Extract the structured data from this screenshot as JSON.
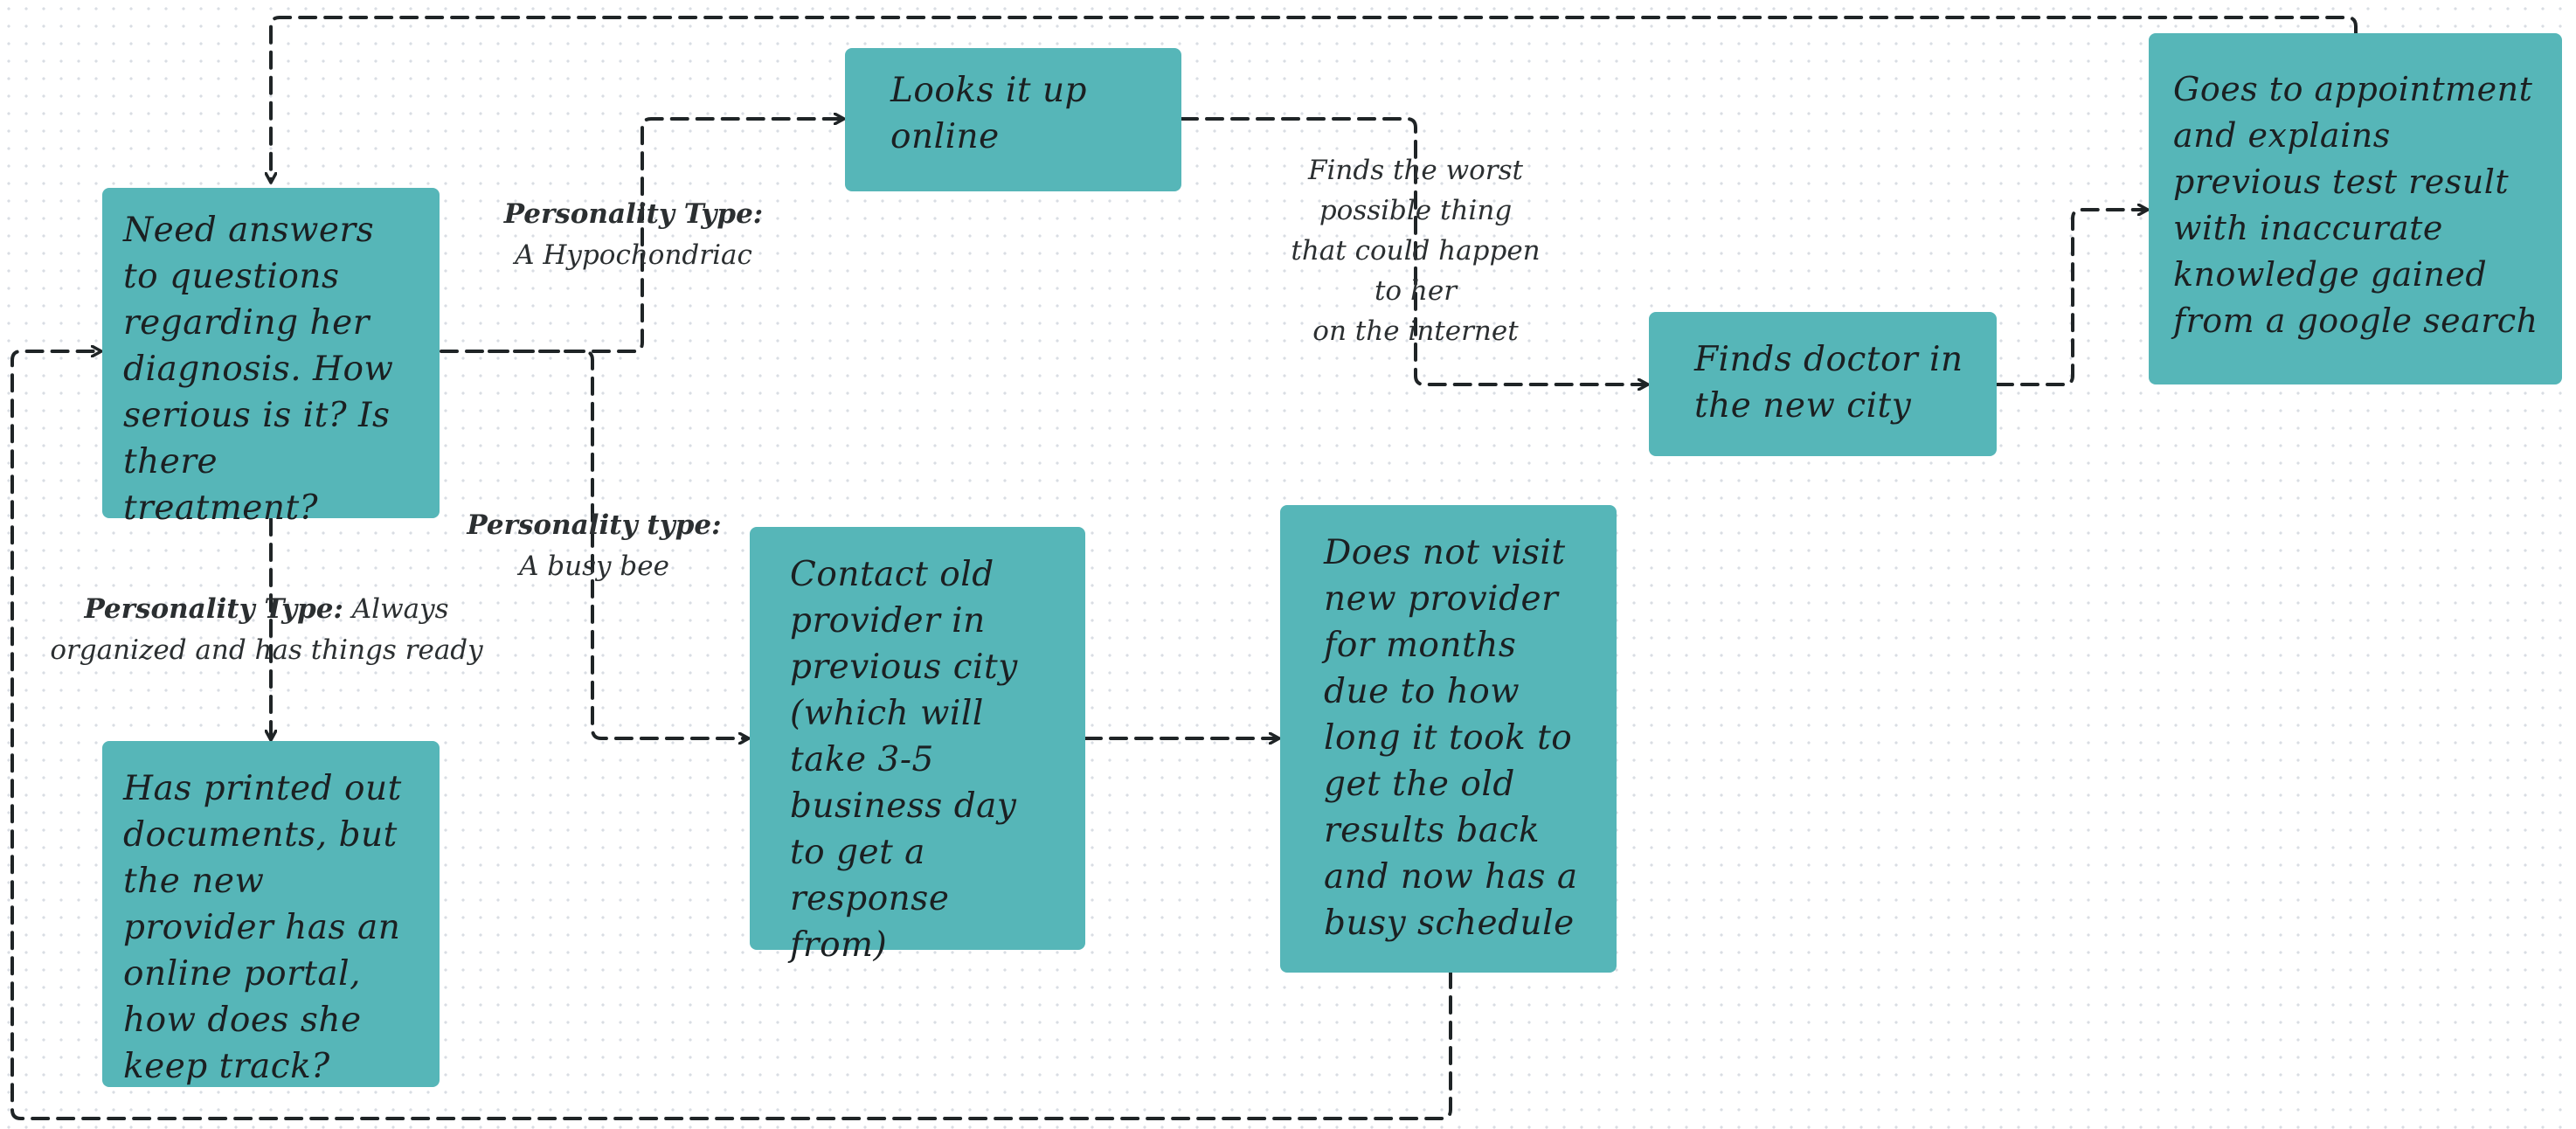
{
  "nodes": {
    "need_answers": "Need answers to questions regarding her diagnosis. How serious is it? Is there treatment?",
    "looks_online": "Looks it up online",
    "printed_docs": "Has printed out documents, but the new provider has an online portal, how does she keep track?",
    "contact_old": "Contact old provider in previous city (which will take 3-5 business day to get a response from)",
    "not_visit": "Does not visit new provider for months due to how long it took to get the old results back and now has a busy schedule",
    "finds_doctor": "Finds doctor in the new city",
    "appointment": "Goes to appointment and explains previous test result with inaccurate knowledge gained from a google search"
  },
  "labels": {
    "hypo_title": "Personality Type:",
    "hypo_value": "A Hypochondriac",
    "busy_title": "Personality type:",
    "busy_value": "A busy bee",
    "org_title": "Personality Type:",
    "org_value_1": "Always",
    "org_value_2": "organized and has things ready",
    "worst_1": "Finds the worst",
    "worst_2": "possible thing",
    "worst_3": "that could happen",
    "worst_4": "to her",
    "worst_5": "on the internet"
  },
  "colors": {
    "node_fill": "#56b6b8",
    "connector": "#1f2426",
    "background": "#ffffff",
    "grid_dot": "#d9dde3"
  }
}
